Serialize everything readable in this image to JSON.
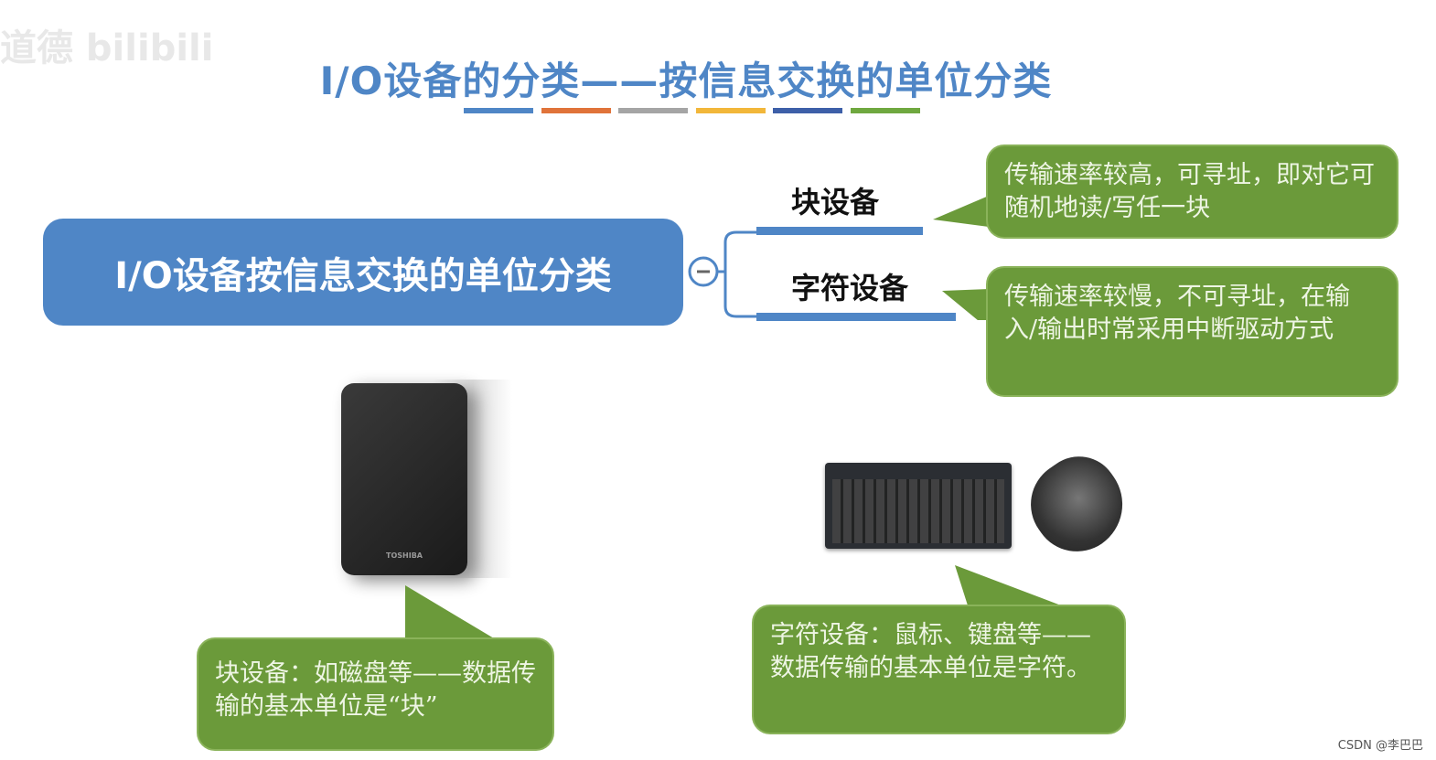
{
  "watermark": "道德 bilibili",
  "title": "I/O设备的分类——按信息交换的单位分类",
  "title_bar_colors": [
    "#4f86c6",
    "#e0733a",
    "#a5a5a5",
    "#f2b73a",
    "#3d5fa8",
    "#6fa83f"
  ],
  "main_node": "I/O设备按信息交换的单位分类",
  "collapse_symbol": "−",
  "branches": [
    {
      "label": "块设备",
      "note": "传输速率较高，可寻址，即对它可随机地读/写任一块"
    },
    {
      "label": "字符设备",
      "note": "传输速率较慢，不可寻址，在输入/输出时常采用中断驱动方式"
    }
  ],
  "harddrive_brand": "TOSHIBA",
  "callout_block": "块设备：如磁盘等——数据传输的基本单位是“块”",
  "callout_char": "字符设备：鼠标、键盘等——数据传输的基本单位是字符。",
  "footer": "CSDN @李巴巴",
  "colors": {
    "blue": "#4f86c6",
    "green": "#6b9a3a"
  }
}
